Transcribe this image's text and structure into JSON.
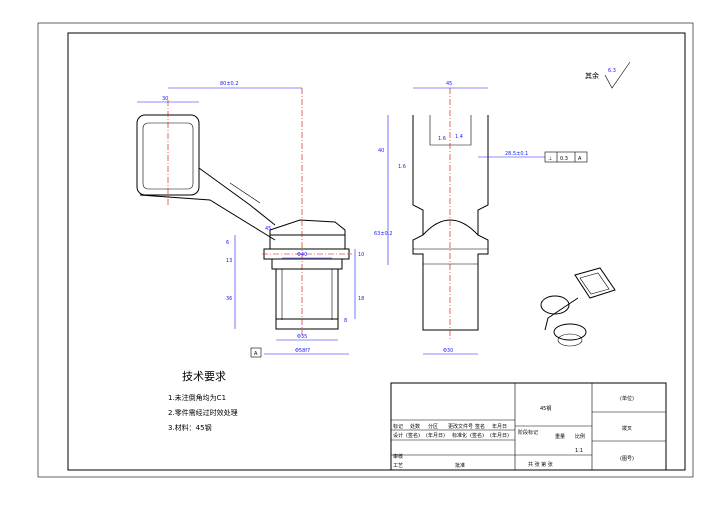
{
  "title": "",
  "surface_roughness": {
    "label": "其余",
    "value": "6.3"
  },
  "tech_requirements": {
    "title": "技术要求",
    "items": [
      "1.未注倒角均为C1",
      "2.零件需经过时效处理",
      "3.材料：45钢"
    ]
  },
  "front_view_dims": {
    "d30": "30",
    "d80": "80±0.2",
    "d45deg": "45",
    "d6": "6",
    "d13": "13",
    "d40": "Φ40",
    "d36": "36",
    "d58": "Φ58f7",
    "d355": "Φ35",
    "d10": "10",
    "d18": "18",
    "d34": "8",
    "datum_label": "A"
  },
  "side_view_dims": {
    "d45": "45",
    "d16a": "1.6",
    "d14": "1.4",
    "d16b": "1.6",
    "d40": "40",
    "d335": "63±0.2",
    "d285": "28.5±0.1",
    "d30": "Φ30",
    "tol_symbol": "⊥",
    "tol_value": "0.3",
    "tol_datum": "A"
  },
  "title_block": {
    "material": "45钢",
    "company": "(单位)",
    "part_name": "拨叉",
    "drawing_no": "(图号)",
    "row_labels": [
      "标记",
      "处数",
      "分区",
      "更改文件号",
      "签名",
      "年月日"
    ],
    "design_row": [
      "设计",
      "(签名)",
      "(年月日)",
      "标准化",
      "(签名)",
      "(年月日)"
    ],
    "stage_label": "阶段标记",
    "weight_label": "重量",
    "scale_label": "比例",
    "scale_value": "1:1",
    "review_label": "审核",
    "process_label": "工艺",
    "approve_label": "批准",
    "sheets_label": "共 张 第 张"
  }
}
